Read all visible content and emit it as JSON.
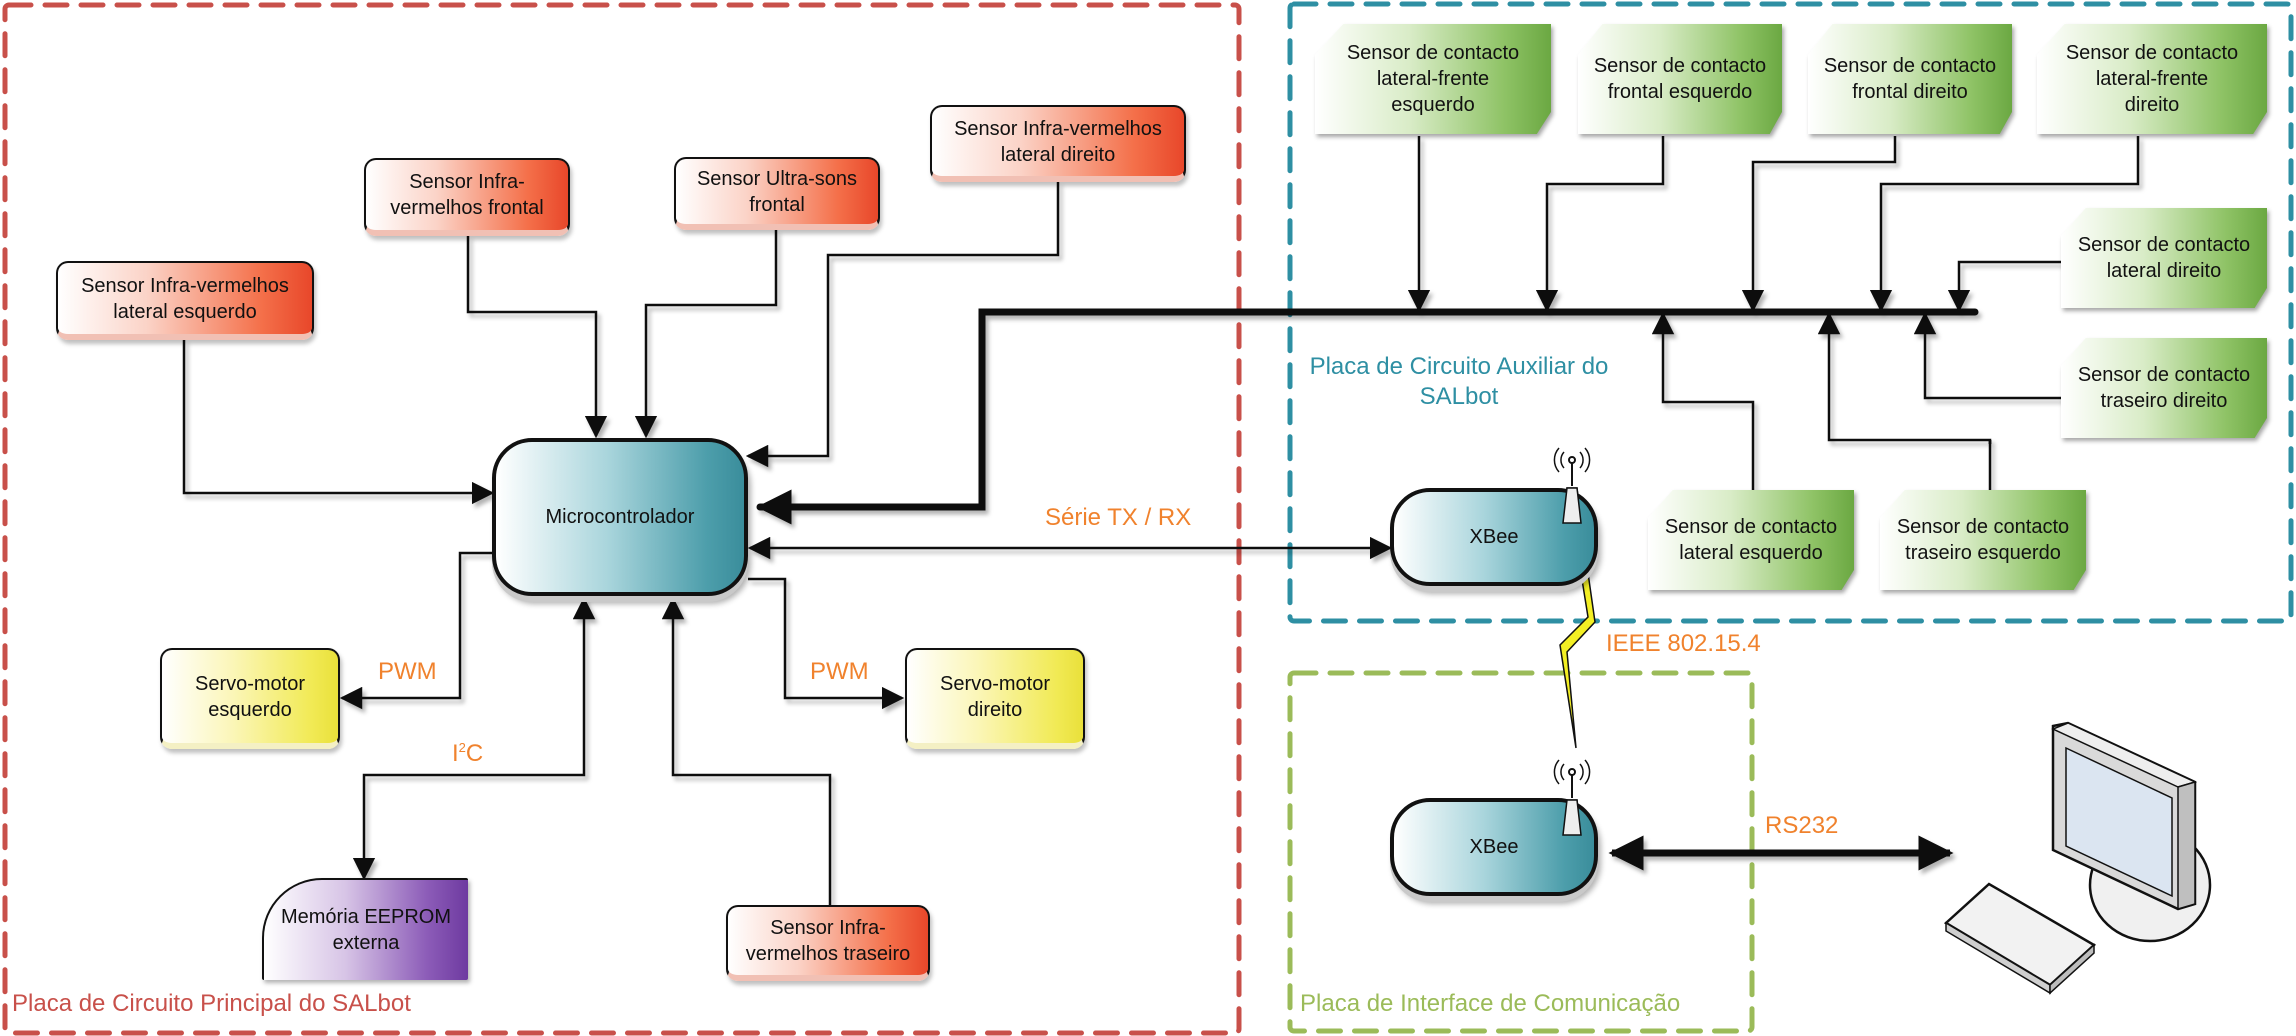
{
  "regions": {
    "main_board": {
      "label": "Placa de Circuito Principal do SALbot",
      "color": "#c8504a"
    },
    "aux_board": {
      "label_line1": "Placa de Circuito Auxiliar do",
      "label_line2": "SALbot",
      "color": "#2e8fa3"
    },
    "comm_board": {
      "label": "Placa de Interface de Comunicação",
      "color": "#9bbb59"
    }
  },
  "main_board_nodes": {
    "microcontroller": "Microcontrolador",
    "ir_left": [
      "Sensor Infra-vermelhos",
      "lateral esquerdo"
    ],
    "ir_front": [
      "Sensor Infra-",
      "vermelhos frontal"
    ],
    "us_front": [
      "Sensor Ultra-sons",
      "frontal"
    ],
    "ir_right": [
      "Sensor Infra-vermelhos",
      "lateral direito"
    ],
    "servo_left": [
      "Servo-motor",
      "esquerdo"
    ],
    "servo_right": [
      "Servo-motor",
      "direito"
    ],
    "eeprom": [
      "Memória EEPROM",
      "externa"
    ],
    "ir_rear": [
      "Sensor Infra-",
      "vermelhos traseiro"
    ]
  },
  "aux_board_nodes": {
    "contact_lf_left": [
      "Sensor de contacto",
      "lateral-frente",
      "esquerdo"
    ],
    "contact_front_left": [
      "Sensor de contacto",
      "frontal esquerdo"
    ],
    "contact_front_right": [
      "Sensor de contacto",
      "frontal direito"
    ],
    "contact_lf_right": [
      "Sensor de contacto",
      "lateral-frente",
      "direito"
    ],
    "contact_lat_right": [
      "Sensor de contacto",
      "lateral direito"
    ],
    "contact_rear_right": [
      "Sensor de contacto",
      "traseiro direito"
    ],
    "contact_lat_left": [
      "Sensor de contacto",
      "lateral esquerdo"
    ],
    "contact_rear_left": [
      "Sensor de contacto",
      "traseiro esquerdo"
    ],
    "xbee": "XBee"
  },
  "comm_board_nodes": {
    "xbee": "XBee"
  },
  "connection_labels": {
    "serial": "Série TX / RX",
    "pwm_left": "PWM",
    "pwm_right": "PWM",
    "i2c_base": "I",
    "i2c_sup": "2",
    "i2c_tail": "C",
    "wireless": "IEEE 802.15.4",
    "rs232": "RS232"
  },
  "icons": {
    "antenna": "antenna-icon",
    "lightning": "lightning-bolt-icon",
    "computer": "desktop-computer-icon"
  },
  "colors": {
    "label_orange": "#f0822d",
    "sensor_red": "#e8472a",
    "servo_yellow": "#ece33c",
    "contact_green": "#6ba842",
    "eeprom_purple": "#6e3aa0",
    "module_teal": "#3a8d9b"
  }
}
